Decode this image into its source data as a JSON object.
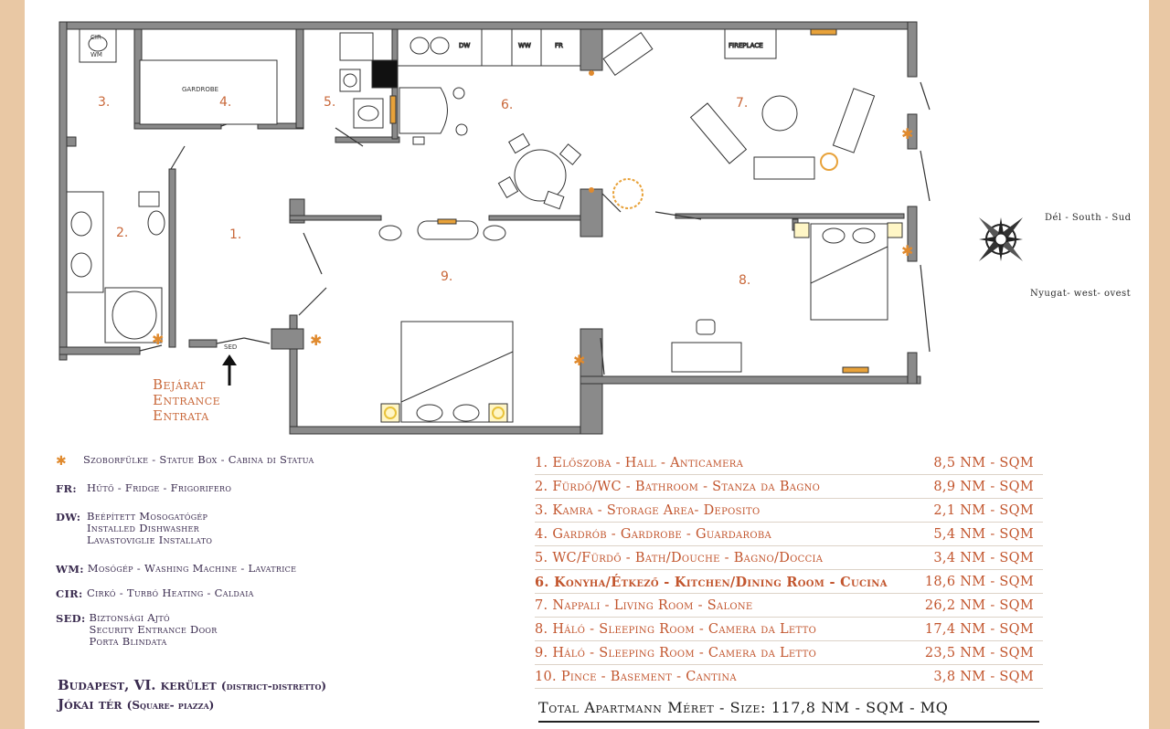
{
  "entrance": {
    "lines": [
      "Bejárat",
      "Entrance",
      "Entrata"
    ],
    "door_code": "SED"
  },
  "room_numbers": [
    "1.",
    "2.",
    "3.",
    "4.",
    "5.",
    "6.",
    "7.",
    "8.",
    "9."
  ],
  "fixture_labels": {
    "cir": "CIR",
    "wm": "WM",
    "gardrobe": "GARDROBE",
    "dw": "DW",
    "ww": "WW",
    "fr": "FR",
    "fireplace": "FIREPLACE"
  },
  "compass": {
    "south": "Dél - South - Sud",
    "west": "Nyugat- west- ovest"
  },
  "legend": [
    {
      "key": "*",
      "lines": [
        "Szoborfülke - Statue Box - Cabina di Statua"
      ]
    },
    {
      "key": "FR:",
      "lines": [
        "Hűtő - Fridge - Frigorifero"
      ]
    },
    {
      "key": "DW:",
      "lines": [
        "Beépített Mosogatógép",
        "Installed Dishwasher",
        "Lavastoviglie Installato"
      ]
    },
    {
      "key": "WM:",
      "lines": [
        "Mosógép - Washing Machine - Lavatrice"
      ]
    },
    {
      "key": "CIR:",
      "lines": [
        "Cirkó - Turbó Heating - Caldaia"
      ]
    },
    {
      "key": "SED:",
      "lines": [
        "Biztonsági Ajtó",
        "Security Entrance Door",
        "Porta Blindata"
      ]
    }
  ],
  "address": {
    "line1_main": "Budapest, VI. kerület",
    "line1_sub": "(district-distretto)",
    "line2_main": "Jókai tér",
    "line2_sub": "(Square- piazza)"
  },
  "rooms": [
    {
      "label": "1. Előszoba - Hall - Anticamera",
      "area": "8,5 NM - SQM"
    },
    {
      "label": "2. Fürdő/WC - Bathroom - Stanza da Bagno",
      "area": "8,9 NM - SQM"
    },
    {
      "label": "3. Kamra - Storage Area- Deposito",
      "area": "2,1 NM - SQM"
    },
    {
      "label": "4. Gardrób - Gardrobe - Guardaroba",
      "area": "5,4 NM - SQM"
    },
    {
      "label": "5. WC/Fürdő - Bath/Douche - Bagno/Doccia",
      "area": "3,4 NM - SQM"
    },
    {
      "label": "6. Konyha/Étkező - Kitchen/Dining Room - Cucina",
      "area": "18,6 NM - SQM"
    },
    {
      "label": "7. Nappali - Living Room - Salone",
      "area": "26,2 NM - SQM"
    },
    {
      "label": "8. Háló - Sleeping Room - Camera da Letto",
      "area": "17,4 NM - SQM"
    },
    {
      "label": "9. Háló - Sleeping Room - Camera da Letto",
      "area": "23,5 NM - SQM"
    },
    {
      "label": "10. Pince - Basement - Cantina",
      "area": "3,8 NM - SQM"
    }
  ],
  "total": "Total Apartmann Méret - Size:   117,8 NM - SQM - MQ",
  "colors": {
    "wall": "#8a8a8a",
    "wall_outline": "#333333",
    "accent": "#c9683a",
    "statue": "#e08a2e",
    "legend_text": "#3a2b4f",
    "frame": "#e9c8a4"
  },
  "icons": [
    "statue-star-icon",
    "compass-rose-icon",
    "entrance-arrow-icon",
    "bed-icon",
    "toilet-icon",
    "sink-icon",
    "sofa-icon",
    "table-icon",
    "lamp-icon"
  ]
}
